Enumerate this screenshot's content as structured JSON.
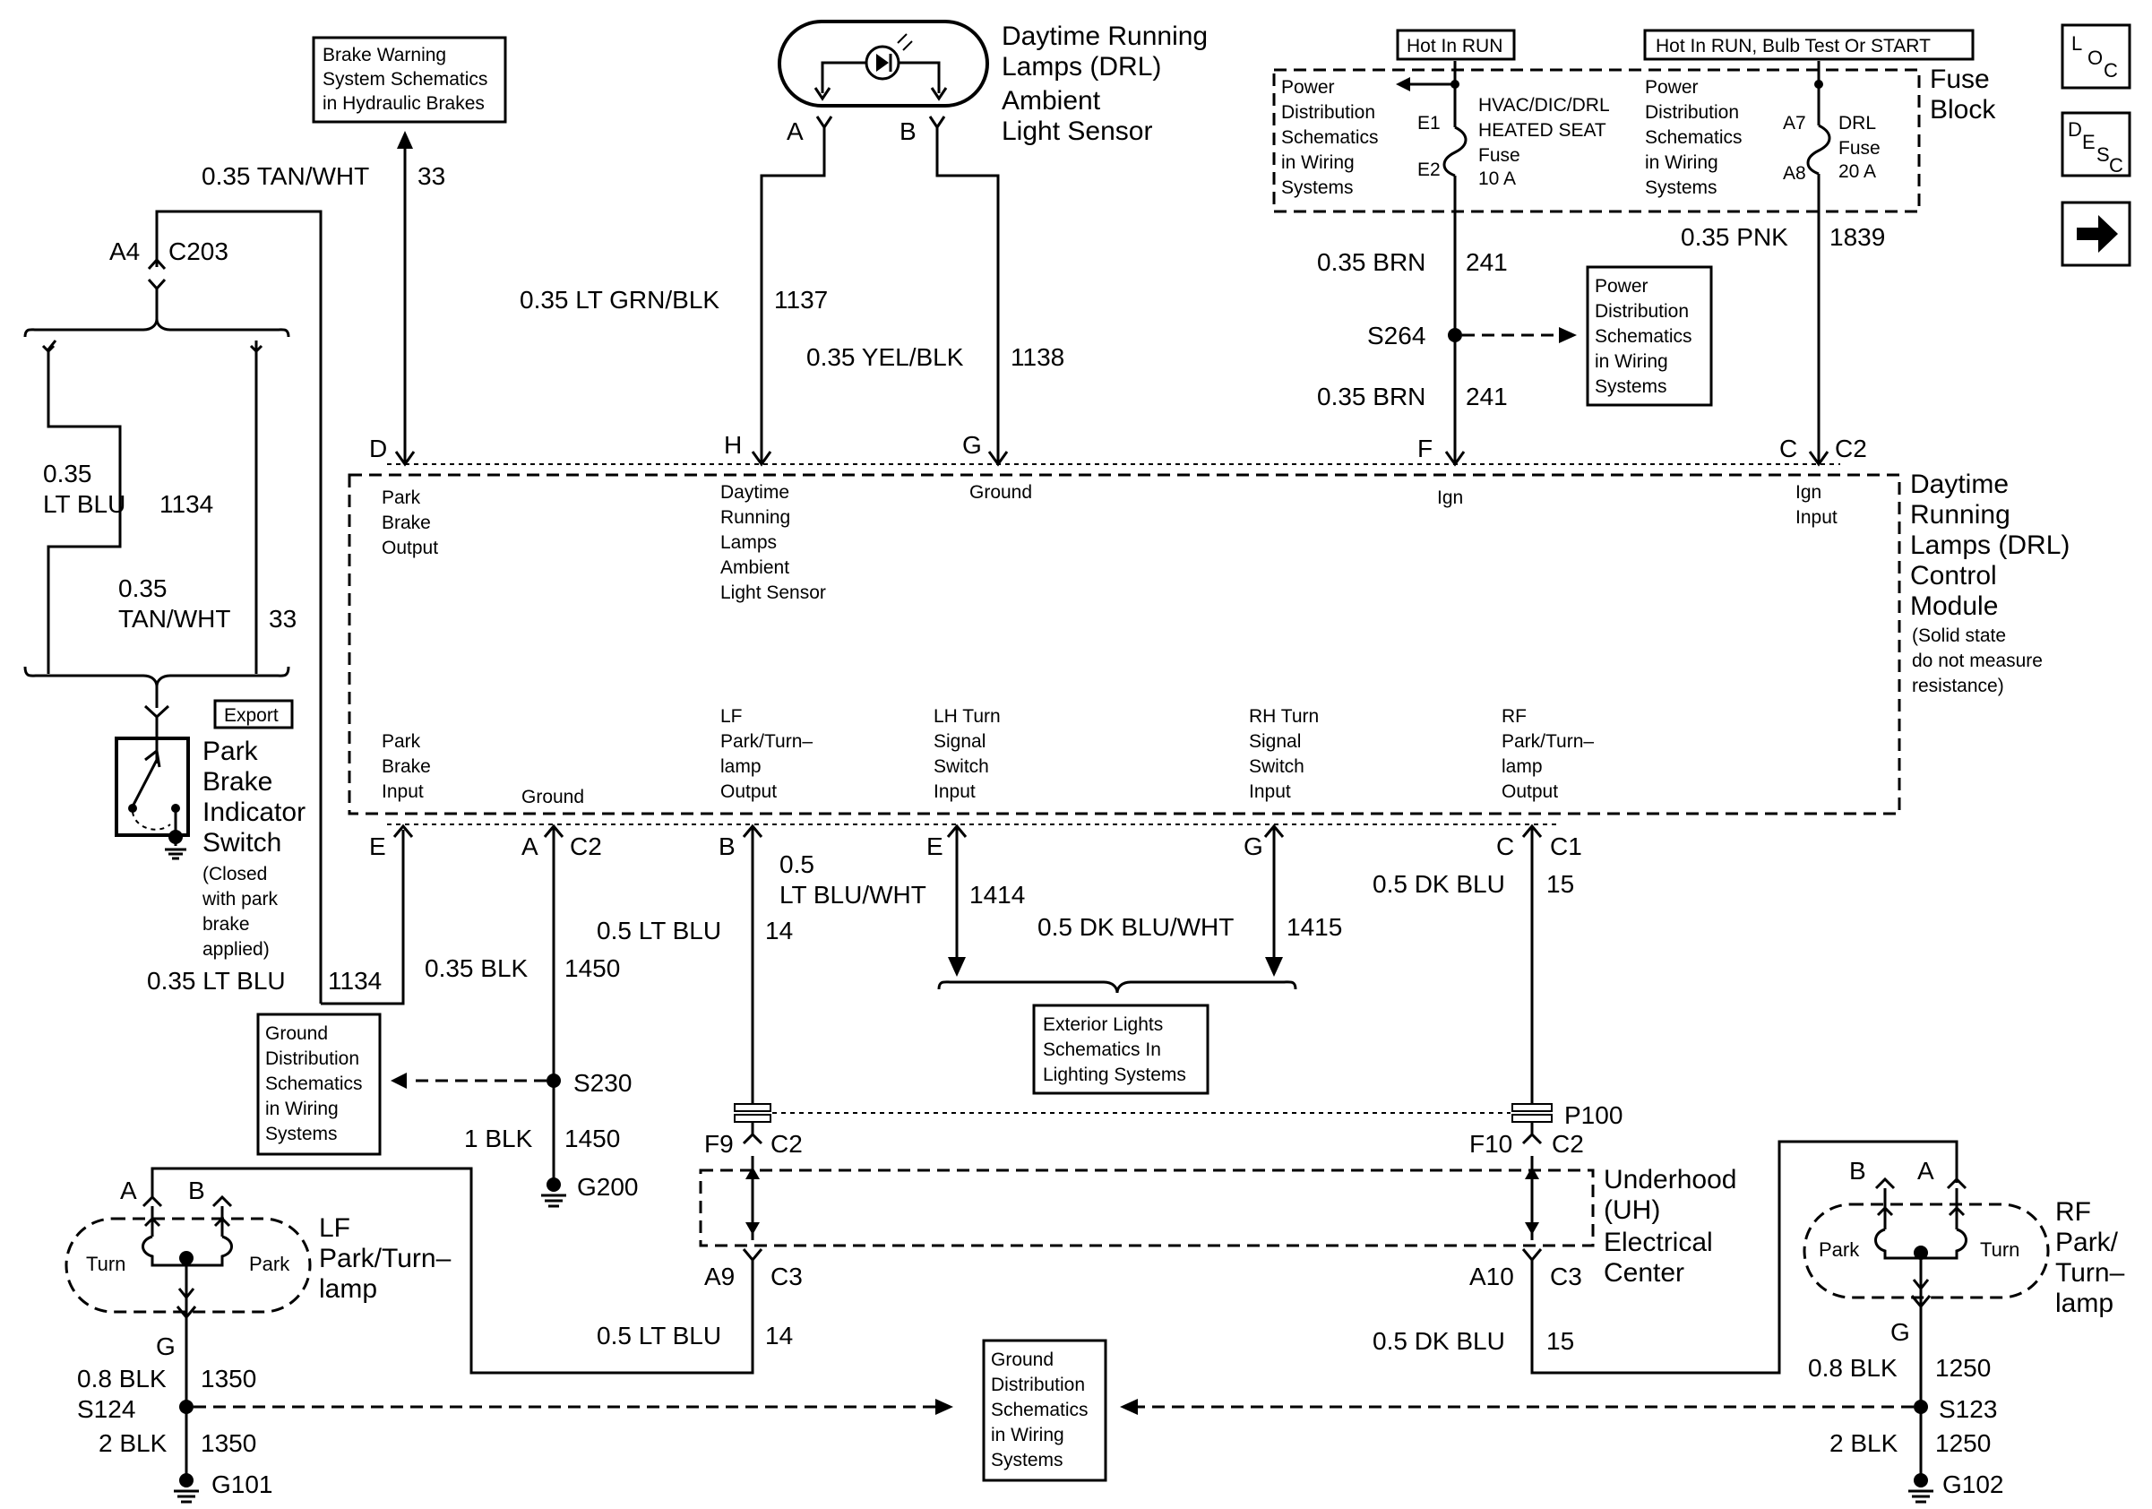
{
  "module": {
    "title": [
      "Daytime",
      "Running",
      "Lamps (DRL)",
      "Control",
      "Module"
    ],
    "note": [
      "(Solid state",
      " do not measure",
      " resistance)"
    ],
    "pins_top": [
      {
        "pin": "D",
        "label": [
          "Park",
          "Brake",
          "Output"
        ]
      },
      {
        "pin": "H",
        "label": [
          "Daytime",
          "Running",
          "Lamps",
          "Ambient",
          "Light Sensor"
        ]
      },
      {
        "pin": "G",
        "label": [
          "Ground"
        ]
      },
      {
        "pin": "F",
        "label": [
          "Ign"
        ]
      },
      {
        "pin": "C",
        "label": [
          "Ign",
          "Input"
        ]
      }
    ],
    "conn_top": "C2",
    "pins_bottom": [
      {
        "pin": "E",
        "label": [
          "Park",
          "Brake",
          "Input"
        ]
      },
      {
        "pin": "A",
        "label": [
          "Ground"
        ]
      },
      {
        "pin": "B",
        "label": [
          "LF",
          "Park/Turn–",
          "lamp",
          "Output"
        ]
      },
      {
        "pin": "E",
        "label": [
          "LH Turn",
          "Signal",
          "Switch",
          "Input"
        ]
      },
      {
        "pin": "G",
        "label": [
          "RH Turn",
          "Signal",
          "Switch",
          "Input"
        ]
      },
      {
        "pin": "C",
        "label": [
          "RF",
          "Park/Turn–",
          "lamp",
          "Output"
        ]
      }
    ],
    "conn_bottom_a": "C2",
    "conn_bottom_c": "C1"
  },
  "sensor": {
    "title": [
      "Daytime Running",
      "Lamps (DRL)",
      "Ambient",
      "Light Sensor"
    ],
    "pin_a": "A",
    "pin_b": "B"
  },
  "fuse_block": {
    "title": [
      "Fuse",
      "Block"
    ],
    "hot_run": "Hot In RUN",
    "hot_run_start": "Hot In RUN, Bulb Test Or START",
    "left_ref": [
      "Power",
      "Distribution",
      "Schematics",
      "in Wiring",
      "Systems"
    ],
    "right_ref": [
      "Power",
      "Distribution",
      "Schematics",
      "in Wiring",
      "Systems"
    ],
    "fuse1": {
      "in": "E1",
      "out": "E2",
      "label": [
        "HVAC/DIC/DRL",
        "HEATED SEAT",
        "Fuse",
        "10 A"
      ]
    },
    "fuse2": {
      "in": "A7",
      "out": "A8",
      "label": [
        "DRL",
        "Fuse",
        "20 A"
      ]
    }
  },
  "refs": {
    "brake_warning": [
      "Brake Warning",
      "System Schematics",
      "in Hydraulic Brakes"
    ],
    "power_dist": [
      "Power",
      "Distribution",
      "Schematics",
      "in Wiring",
      "Systems"
    ],
    "exterior_lights": [
      "Exterior Lights",
      "Schematics In",
      "Lighting Systems"
    ],
    "ground_dist_1": [
      "Ground",
      "Distribution",
      "Schematics",
      "in Wiring",
      "Systems"
    ],
    "ground_dist_2": [
      "Ground",
      "Distribution",
      "Schematics",
      "in Wiring",
      "Systems"
    ],
    "export": "Export"
  },
  "icons": {
    "loc": [
      "L",
      "O",
      "C"
    ],
    "desc": [
      "D",
      "E",
      "S",
      "C"
    ],
    "next": "arrow-right-icon"
  },
  "wires": {
    "w33_top": {
      "gauge": "0.35 TAN/WHT",
      "circuit": "33"
    },
    "c203": {
      "pin": "A4",
      "conn": "C203"
    },
    "w1134_left": {
      "gauge": [
        "0.35",
        "LT BLU"
      ],
      "circuit": "1134"
    },
    "w33_mid": {
      "gauge": [
        "0.35",
        "TAN/WHT"
      ],
      "circuit": "33"
    },
    "w1134_bottom": {
      "gauge": "0.35 LT BLU",
      "circuit": "1134"
    },
    "w1137": {
      "gauge": "0.35 LT GRN/BLK",
      "circuit": "1137"
    },
    "w1138": {
      "gauge": "0.35 YEL/BLK",
      "circuit": "1138"
    },
    "w241a": {
      "gauge": "0.35 BRN",
      "circuit": "241"
    },
    "w241b": {
      "gauge": "0.35 BRN",
      "circuit": "241"
    },
    "s264": "S264",
    "w1839": {
      "gauge": "0.35 PNK",
      "circuit": "1839"
    },
    "w1450a": {
      "gauge": "0.35 BLK",
      "circuit": "1450"
    },
    "s230": "S230",
    "w1450b": {
      "gauge": "1 BLK",
      "circuit": "1450"
    },
    "g200": "G200",
    "w14a": {
      "gauge": "0.5 LT BLU",
      "circuit": "14"
    },
    "w1414": {
      "gauge": [
        "0.5",
        "LT BLU/WHT"
      ],
      "circuit": "1414"
    },
    "w1415": {
      "gauge": "0.5 DK BLU/WHT",
      "circuit": "1415"
    },
    "w15a": {
      "gauge": "0.5 DK BLU",
      "circuit": "15"
    },
    "p100": "P100",
    "f9": {
      "pin": "F9",
      "conn": "C2"
    },
    "f10": {
      "pin": "F10",
      "conn": "C2"
    },
    "a9": {
      "pin": "A9",
      "conn": "C3"
    },
    "a10": {
      "pin": "A10",
      "conn": "C3"
    },
    "w14b": {
      "gauge": "0.5 LT BLU",
      "circuit": "14"
    },
    "w15b": {
      "gauge": "0.5 DK BLU",
      "circuit": "15"
    },
    "w1350a": {
      "gauge": "0.8 BLK",
      "circuit": "1350"
    },
    "s124": "S124",
    "w1350b": {
      "gauge": "2 BLK",
      "circuit": "1350"
    },
    "g101": "G101",
    "w1250a": {
      "gauge": "0.8 BLK",
      "circuit": "1250"
    },
    "s123": "S123",
    "w1250b": {
      "gauge": "2 BLK",
      "circuit": "1250"
    },
    "g102": "G102"
  },
  "underhood": {
    "title": [
      "Underhood",
      "(UH)",
      "Electrical",
      "Center"
    ]
  },
  "park_switch": {
    "title": [
      "Park",
      "Brake",
      "Indicator",
      "Switch"
    ],
    "note": [
      "(Closed",
      "with park",
      "brake",
      "applied)"
    ]
  },
  "lf_lamp": {
    "title": [
      "LF",
      "Park/Turn–",
      "lamp"
    ],
    "pin_a": "A",
    "pin_b": "B",
    "turn": "Turn",
    "park": "Park",
    "pin_g": "G"
  },
  "rf_lamp": {
    "title": [
      "RF",
      "Park/",
      "Turn–",
      "lamp"
    ],
    "pin_b": "B",
    "pin_a": "A",
    "park": "Park",
    "turn": "Turn",
    "pin_g": "G"
  }
}
